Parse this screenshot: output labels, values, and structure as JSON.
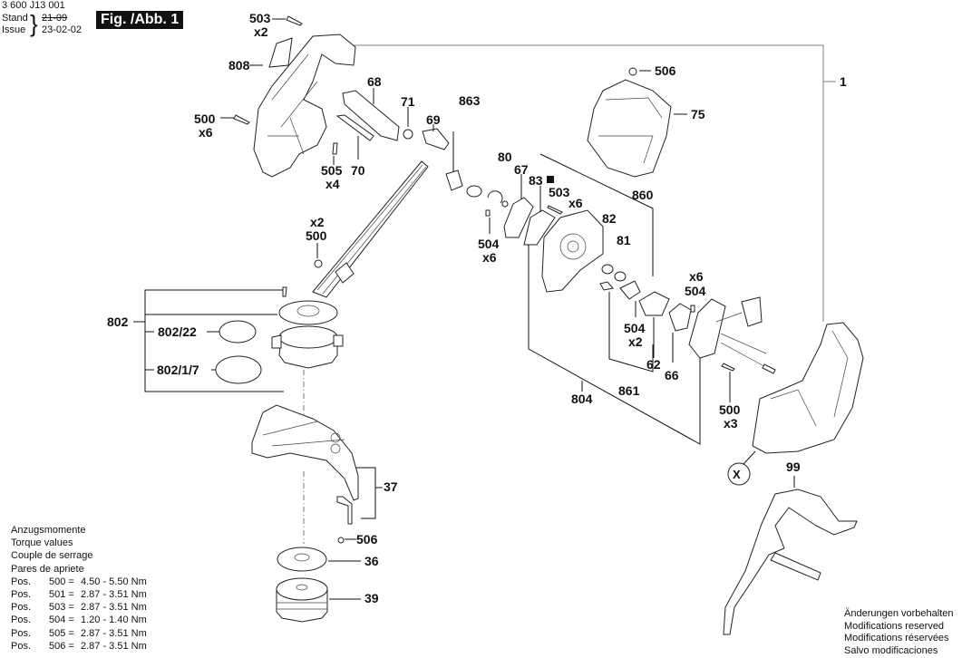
{
  "header": {
    "part_number": "3 600 J13 001",
    "stand_label": "Stand",
    "issue_label": "Issue",
    "old_date": "21-09",
    "date": "23-02-02",
    "figure_label": "Fig. /Abb. 1"
  },
  "callouts": {
    "c503_top": "503",
    "c503_top_qty": "x2",
    "c808": "808",
    "c68": "68",
    "c71": "71",
    "c69": "69",
    "c500_left": "500",
    "c500_left_qty": "x6",
    "c505": "505",
    "c505_qty": "x4",
    "c70": "70",
    "c863": "863",
    "c80": "80",
    "c67": "67",
    "c83": "83",
    "c503_mid": "503",
    "c503_mid_qty": "x6",
    "c860": "860",
    "c82": "82",
    "c81": "81",
    "c504_left": "504",
    "c504_left_qty": "x6",
    "c506_top": "506",
    "c75": "75",
    "c1": "1",
    "c500_mid_qty": "x2",
    "c500_mid": "500",
    "c802": "802",
    "c802_22": "802/22",
    "c802_1_7": "802/1/7",
    "c504_right_qty": "x6",
    "c504_right": "504",
    "c504_center": "504",
    "c504_center_qty": "x2",
    "c62": "62",
    "c66": "66",
    "c861": "861",
    "c804": "804",
    "c500_right": "500",
    "c500_right_qty": "x3",
    "cX": "X",
    "c99": "99",
    "c37": "37",
    "c506_bottom": "506",
    "c36": "36",
    "c39": "39"
  },
  "torque": {
    "titles": [
      "Anzugsmomente",
      "Torque values",
      "Couple de serrage",
      "Pares de apriete"
    ],
    "rows": [
      {
        "prefix": "Pos.",
        "pos": "500 =",
        "value": "4.50 - 5.50 Nm"
      },
      {
        "prefix": "Pos.",
        "pos": "501 =",
        "value": "2.87 - 3.51 Nm"
      },
      {
        "prefix": "Pos.",
        "pos": "503 =",
        "value": "2.87 - 3.51 Nm"
      },
      {
        "prefix": "Pos.",
        "pos": "504 =",
        "value": "1.20 - 1.40 Nm"
      },
      {
        "prefix": "Pos.",
        "pos": "505 =",
        "value": "2.87 - 3.51 Nm"
      },
      {
        "prefix": "Pos.",
        "pos": "506 =",
        "value": "2.87 - 3.51 Nm"
      }
    ]
  },
  "notes": [
    "Änderungen vorbehalten",
    "Modifications reserved",
    "Modifications réservées",
    "Salvo modificaciones"
  ]
}
